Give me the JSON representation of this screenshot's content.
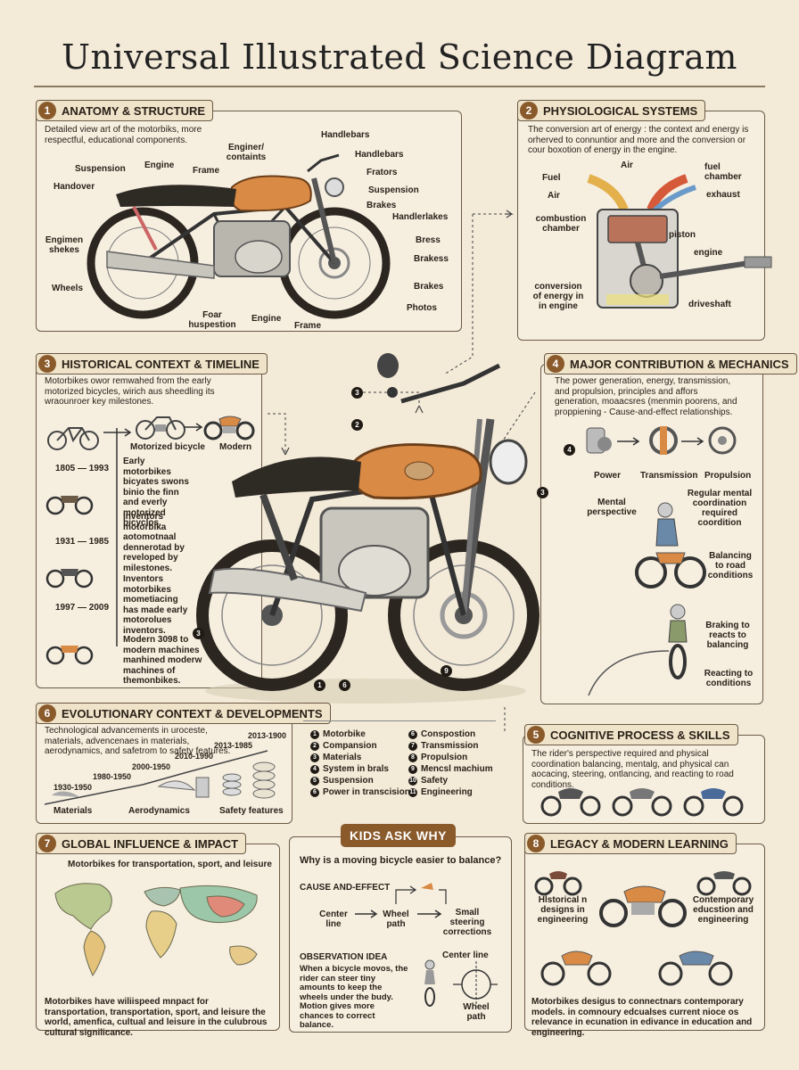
{
  "page": {
    "title": "Universal Illustrated Science Diagram"
  },
  "anatomy": {
    "num": "1",
    "title": "ANATOMY & STRUCTURE",
    "intro": "Detailed view  art of the motorbiks, more respectful, educational components.",
    "labels": {
      "suspension": "Suspension",
      "engine_top": "Engine",
      "frame_top": "Frame",
      "handover": "Handover",
      "engine_contains": "Enginer/ containts",
      "handlebars1": "Handlebars",
      "handlebars2": "Handlebars",
      "frators": "Frators",
      "suspension_r": "Suspension",
      "brakes1": "Brakes",
      "handlerlakes": "Handlerlakes",
      "bress": "Bress",
      "brakess": "Brakess",
      "brakes2": "Brakes",
      "photos": "Photos",
      "engimen": "Engimen shekes",
      "wheels": "Wheels",
      "foar": "Foar huspestion",
      "engine_bot": "Engine",
      "frame_bot": "Frame"
    }
  },
  "physio": {
    "num": "2",
    "title": "PHYSIOLOGICAL SYSTEMS",
    "intro": "The conversion art of energy : the context and energy is orherved to connuntior and more and the conversion or cour boxotion of energy in the engine.",
    "labels": {
      "fuel": "Fuel",
      "air_top": "Air",
      "fuel_chamber": "fuel chamber",
      "air_left": "Air",
      "exhaust": "exhaust",
      "combustion": "combustion chamber",
      "piston": "piston",
      "engine": "engine",
      "conversion": "conversion of energy in in engine",
      "driveshaft": "driveshaft"
    }
  },
  "history": {
    "num": "3",
    "title": "HISTORICAL CONTEXT & TIMELINE",
    "intro": "Motorbikes owor remwahed from the early motorized bicycles, wirich aus sheedling its wraounroer key milestones.",
    "motorized": "Motorized bicycle",
    "modern": "Modern",
    "entries": [
      {
        "years": "1805 — 1993",
        "text": "Early motorbikes bicyates swons binio the finn and everly motorized bicyclos."
      },
      {
        "years": "1931 — 1985",
        "text": "Inventors motorbika aotomotnaal dennerotad by reveloped by milestones."
      },
      {
        "years": "1997 — 2009",
        "text": "Inventors motorbikes mometiacing has made early motorolues inventors."
      },
      {
        "years": "",
        "text": "Modern 3098 to modern machines manhined moderw machines of themonbikes."
      }
    ]
  },
  "mechanics": {
    "num": "4",
    "title": "MAJOR CONTRIBUTION & MECHANICS",
    "intro": "The power generation, energy, transmission, and propulsion, principles and affors generation, moaacsres (menmin poorens, and proppiening - Cause-and-effect relationships.",
    "power": "Power",
    "transmission": "Transmission",
    "propulsion": "Propulsion",
    "mental": "Mental perspective",
    "regular": "Regular mental coordination required coordition",
    "balancing": "Balancing to road conditions",
    "braking": "Braking to reacts to balancing",
    "reacting": "Reacting to conditions"
  },
  "cognitive": {
    "num": "5",
    "title": "COGNITIVE PROCESS & SKILLS",
    "intro": "The rider's perspective required and physical coordination balancing, mentalg, and physical can aocacing, steering, ontlancing, and reacting to road conditions."
  },
  "evolution": {
    "num": "6",
    "title": "EVOLUTIONARY CONTEXT & DEVELOPMENTS",
    "intro": "Technological advancements in uroceste, materials, advencenaes in materials, aerodynamics, and safetrom to safety features.",
    "years": [
      "1930-1950",
      "1980-1950",
      "2000-1950",
      "2010-1990",
      "2013-1985",
      "2013-1900"
    ],
    "materials": "Materials",
    "aerodynamics": "Aerodynamics",
    "safety": "Safety features"
  },
  "legend": {
    "left": [
      {
        "n": "1",
        "t": "Motorbike"
      },
      {
        "n": "2",
        "t": "Compansion"
      },
      {
        "n": "3",
        "t": "Materials"
      },
      {
        "n": "4",
        "t": "System in brals"
      },
      {
        "n": "5",
        "t": "Suspension"
      },
      {
        "n": "6",
        "t": "Power in transcision"
      }
    ],
    "right": [
      {
        "n": "6",
        "t": "Conspostion"
      },
      {
        "n": "7",
        "t": "Transmission"
      },
      {
        "n": "8",
        "t": "Propulsion"
      },
      {
        "n": "9",
        "t": "Mencsl machium"
      },
      {
        "n": "10",
        "t": "Safety"
      },
      {
        "n": "11",
        "t": "Engineering"
      }
    ]
  },
  "markers": [
    "3",
    "2",
    "3",
    "4",
    "3",
    "1",
    "6",
    "9"
  ],
  "global": {
    "num": "7",
    "title": "GLOBAL INFLUENCE & IMPACT",
    "subtitle": "Motorbikes for transportation, sport, and leisure",
    "text": "Motorbikes have wiliispeed mnpact for transportation, transportation, sport, and leisure the world, amenfica, cultual and leisure in the culubrous cultural signilicance."
  },
  "kids": {
    "title": "KIDS ASK WHY",
    "question": "Why is a moving bicycle easier to balance?",
    "cause": "CAUSE AND-EFFECT",
    "center_line1": "Center line",
    "wheel_path1": "Wheel path",
    "small": "Small steering corrections",
    "obs_title": "OBSERVATION IDEA",
    "obs_text": "When a bicycle movos, the rider can steer tiny amounts to keep the wheels under the budy. Motion gives more chances to correct balance.",
    "center_line2": "Center line",
    "wheel_path2": "Wheel path"
  },
  "legacy": {
    "num": "8",
    "title": "LEGACY & MODERN LEARNING",
    "historical": "Hlstorical n designs in engineering",
    "contemporary": "Contemporary educstion and engineering",
    "text": "Motorbikes desigus to connectnars contemporary models. in comnoury edcualses current nioce os relevance in ecunation in edivance in education and engineering."
  },
  "colors": {
    "accent": "#8a5a2b",
    "tank": "#d98a45",
    "paper": "#f3ead8",
    "border": "#6b5a45"
  }
}
